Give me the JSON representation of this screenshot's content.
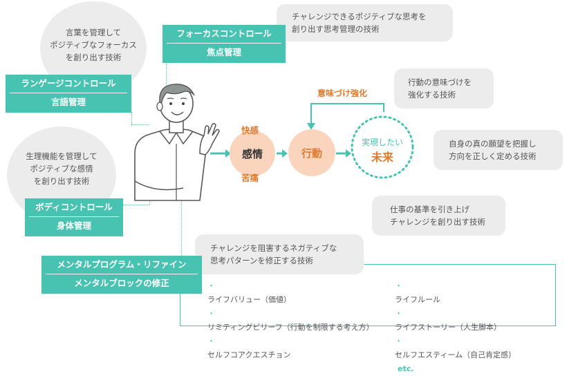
{
  "focus": {
    "bubble": [
      "言葉を管理して",
      "ポジティブなフォーカス",
      "を創り出す技術"
    ],
    "top_bubble": [
      "チャレンジできるポジティブな思考を",
      "創り出す思考管理の技術"
    ],
    "title": "フォーカスコントロール",
    "subtitle": "焦点管理"
  },
  "language": {
    "title": "ランゲージコントロール",
    "subtitle": "言語管理"
  },
  "body": {
    "bubble": [
      "生理機能を管理して",
      "ポジティブな感情",
      "を創り出す技術"
    ],
    "title": "ボディコントロール",
    "subtitle": "身体管理"
  },
  "flow": {
    "pleasure": "快感",
    "emotion": "感情",
    "pain": "苦痛",
    "action": "行動",
    "future_top": "実現したい",
    "future_bottom": "未来",
    "feedback_label": "意味づけ強化"
  },
  "right_bubbles": {
    "meaning": [
      "行動の意味づけを",
      "強化する技術"
    ],
    "desire": [
      "自身の真の願望を把握し",
      "方向を正しく定める技術"
    ],
    "standard": [
      "仕事の基準を引き上げ",
      "チャレンジを創り出す技術"
    ]
  },
  "mental": {
    "bubble": [
      "チャレンジを阻害するネガティブな",
      "思考パターンを修正する技術"
    ],
    "title": "メンタルプログラム・リファイン",
    "subtitle": "メンタルブロックの修正",
    "list_left": [
      "ライフバリュー（価値）",
      "リミティングビリーフ（行動を制限する考え方）",
      "セルフコアクエスチョン"
    ],
    "list_right": [
      "ライフルール",
      "ライフストーリー（人生脚本）",
      "セルフエスティーム（自己肯定感）"
    ],
    "etc": "etc."
  },
  "colors": {
    "teal": "#48c3b1",
    "peach": "#fbd4be",
    "orange": "#e07a2e",
    "gray_bubble": "#ececec"
  }
}
